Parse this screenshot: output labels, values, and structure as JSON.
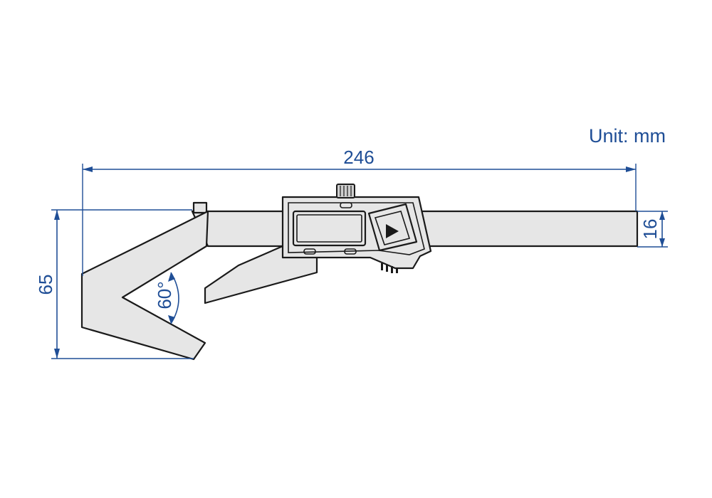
{
  "unit_label": "Unit: mm",
  "dimensions": {
    "length": "246",
    "height": "65",
    "beam_width": "16",
    "jaw_angle": "60°"
  },
  "colors": {
    "dimension": "#1f4e96",
    "body_fill": "#e6e6e6",
    "outline": "#1a1a1a",
    "background": "#ffffff"
  },
  "display": {
    "button_icon": "play-triangle-icon"
  }
}
